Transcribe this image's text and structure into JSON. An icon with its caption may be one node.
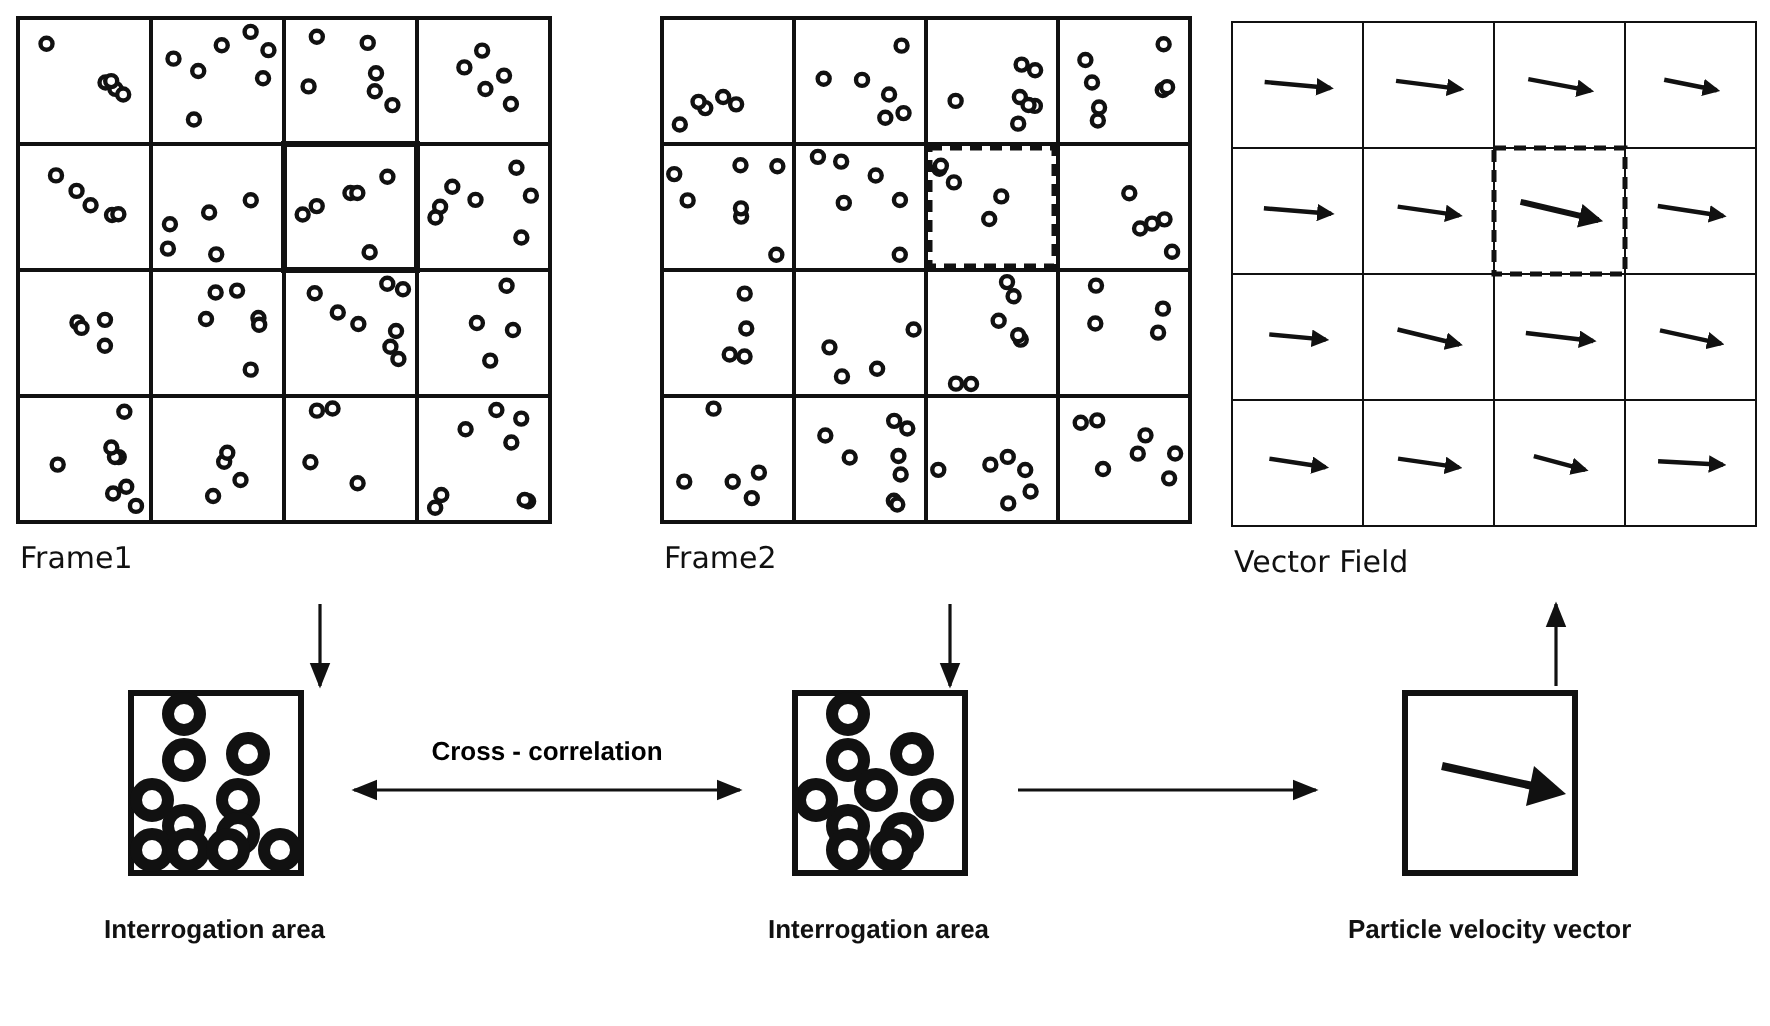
{
  "diagram": {
    "nodes": [
      {
        "text": [
          "Frame1"
        ]
      },
      {
        "text": [
          "Frame2"
        ]
      },
      {
        "text": [
          "Vector Field"
        ]
      },
      {
        "text": [
          "Interrogation area"
        ]
      },
      {
        "text": [
          "Interrogation area"
        ]
      },
      {
        "text": [
          "Particle velocity vector"
        ]
      }
    ],
    "edges": [
      {
        "from": 0,
        "to": 3,
        "arrow": "to"
      },
      {
        "from": 1,
        "to": 4,
        "arrow": "to"
      },
      {
        "from": 3,
        "to": 4,
        "arrow": "both",
        "label": "Cross - correlation"
      },
      {
        "from": 4,
        "to": 5,
        "arrow": "to"
      },
      {
        "from": 5,
        "to": 2,
        "arrow": "to"
      }
    ]
  }
}
